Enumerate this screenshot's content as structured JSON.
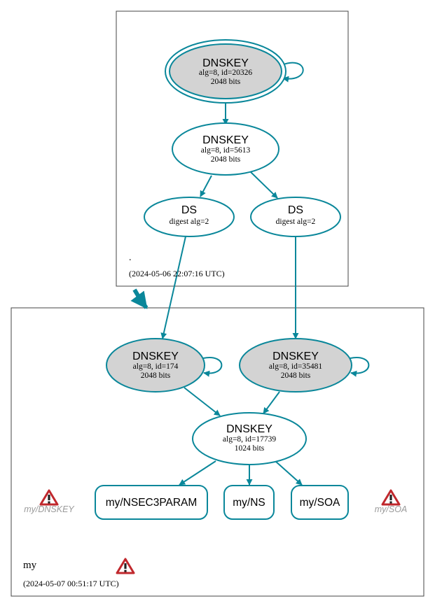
{
  "colors": {
    "edge": "#0a879a",
    "node_fill_ksk": "#d3d3d3",
    "node_fill": "#ffffff",
    "cluster_border": "#444444",
    "warning_red": "#c0282d",
    "warning_text": "#9a9a9a"
  },
  "zones": {
    "root": {
      "name": ".",
      "timestamp": "(2024-05-06 22:07:16 UTC)"
    },
    "my": {
      "name": "my",
      "timestamp": "(2024-05-07 00:51:17 UTC)"
    }
  },
  "nodes": {
    "root_ksk": {
      "title": "DNSKEY",
      "line1": "alg=8, id=20326",
      "line2": "2048 bits"
    },
    "root_zsk": {
      "title": "DNSKEY",
      "line1": "alg=8, id=5613",
      "line2": "2048 bits"
    },
    "ds_left": {
      "title": "DS",
      "line1": "digest alg=2"
    },
    "ds_right": {
      "title": "DS",
      "line1": "digest alg=2"
    },
    "my_ksk_174": {
      "title": "DNSKEY",
      "line1": "alg=8, id=174",
      "line2": "2048 bits"
    },
    "my_ksk_35481": {
      "title": "DNSKEY",
      "line1": "alg=8, id=35481",
      "line2": "2048 bits"
    },
    "my_zsk": {
      "title": "DNSKEY",
      "line1": "alg=8, id=17739",
      "line2": "1024 bits"
    },
    "rr_nsec3param": {
      "label": "my/NSEC3PARAM"
    },
    "rr_ns": {
      "label": "my/NS"
    },
    "rr_soa": {
      "label": "my/SOA"
    }
  },
  "warnings": {
    "dnskey": {
      "label": "my/DNSKEY",
      "icon": "warning-triangle-icon"
    },
    "soa": {
      "label": "my/SOA",
      "icon": "warning-triangle-icon"
    },
    "zone": {
      "icon": "warning-triangle-icon"
    }
  }
}
